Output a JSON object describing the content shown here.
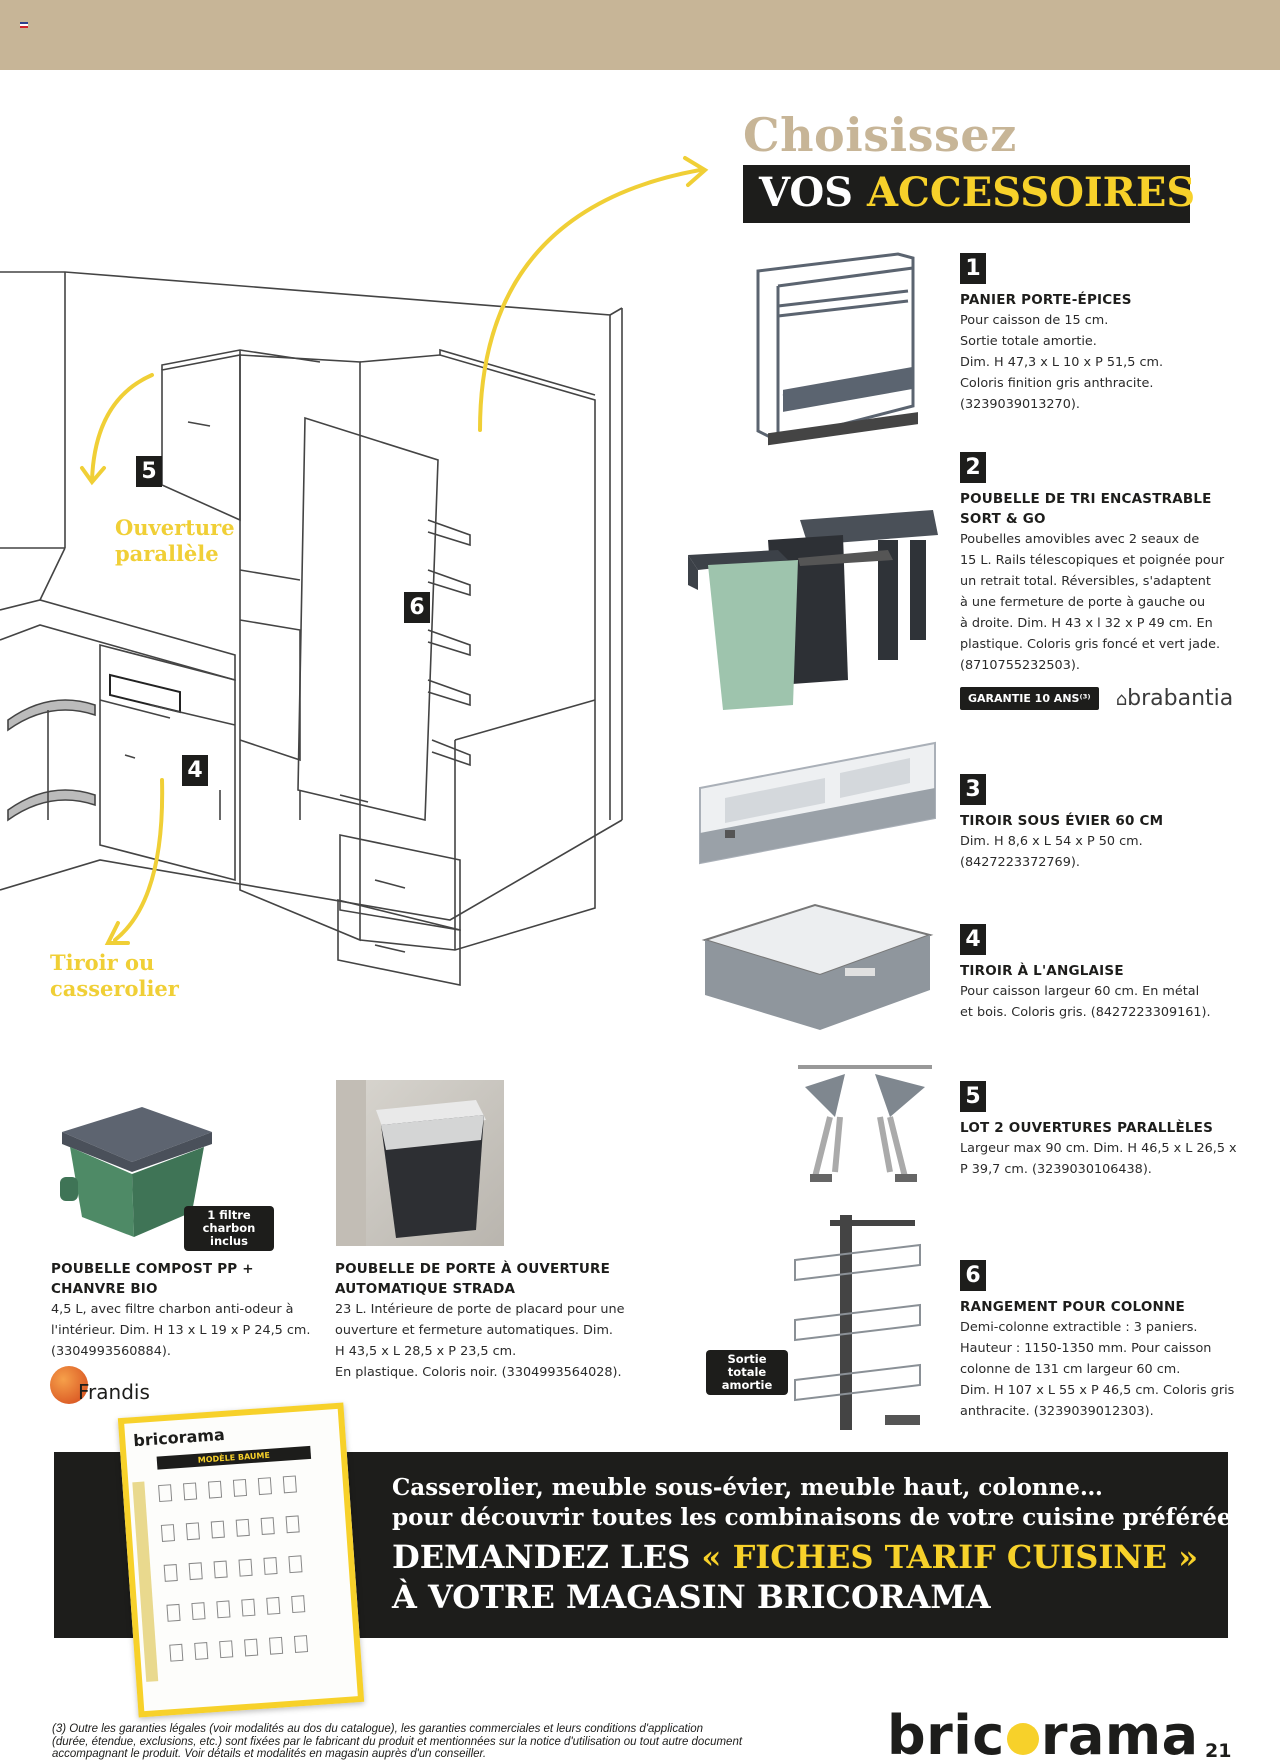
{
  "header": {
    "heading_small": "Choisissez",
    "heading_white": "VOS",
    "heading_yellow": "ACCESSOIRES"
  },
  "scene": {
    "label_parallel": [
      "Ouverture",
      "parallèle"
    ],
    "label_drawer": [
      "Tiroir ou",
      "casserolier"
    ],
    "badges": [
      "5",
      "6",
      "4"
    ]
  },
  "products": [
    {
      "number": "1",
      "title": [
        "PANIER PORTE-ÉPICES"
      ],
      "desc": [
        "Pour caisson de 15 cm.",
        "Sortie totale amortie.",
        "Dim. H 47,3 x L 10 x P 51,5 cm.",
        "Coloris finition gris anthracite.",
        "(3239039013270)."
      ]
    },
    {
      "number": "2",
      "title": [
        "POUBELLE DE TRI ENCASTRABLE",
        "SORT & GO"
      ],
      "desc": [
        "Poubelles amovibles avec 2 seaux de",
        "15 L. Rails télescopiques et poignée pour",
        "un retrait total. Réversibles, s'adaptent",
        "à une fermeture de porte à gauche ou",
        "à droite. Dim. H 43 x l 32 x P 49 cm. En",
        "plastique. Coloris gris foncé et vert jade.",
        "(8710755232503)."
      ],
      "guarantee": "GARANTIE 10 ANS⁽³⁾",
      "brand": "brabantia"
    },
    {
      "number": "3",
      "title": [
        "TIROIR SOUS ÉVIER 60 CM"
      ],
      "desc": [
        "Dim. H 8,6 x L 54 x P 50 cm.",
        "(8427223372769)."
      ]
    },
    {
      "number": "4",
      "title": [
        "TIROIR À L'ANGLAISE"
      ],
      "desc": [
        "Pour caisson largeur 60 cm. En métal",
        "et bois. Coloris gris. (8427223309161)."
      ]
    },
    {
      "number": "5",
      "title": [
        "LOT 2 OUVERTURES PARALLÈLES"
      ],
      "desc": [
        "Largeur max 90 cm. Dim. H 46,5 x L 26,5 x",
        "P 39,7 cm. (3239030106438)."
      ]
    },
    {
      "number": "6",
      "title": [
        "RANGEMENT POUR COLONNE"
      ],
      "desc": [
        "Demi-colonne extractible : 3 paniers.",
        "Hauteur : 1150-1350 mm. Pour caisson",
        "colonne de 131 cm largeur 60 cm.",
        "Dim. H 107 x L 55 x P 46,5 cm. Coloris gris",
        "anthracite. (3239039012303)."
      ],
      "tag": [
        "Sortie totale",
        "amortie"
      ]
    }
  ],
  "bottom_products": [
    {
      "title": [
        "POUBELLE COMPOST PP +",
        "CHANVRE BIO"
      ],
      "desc": [
        "4,5 L, avec filtre charbon anti-odeur à",
        "l'intérieur. Dim. H 13 x L 19 x P 24,5 cm.",
        "(3304993560884)."
      ],
      "tag": [
        "1 filtre charbon",
        "inclus"
      ],
      "brand": "Frandis"
    },
    {
      "title": [
        "POUBELLE DE PORTE À OUVERTURE",
        "AUTOMATIQUE STRADA"
      ],
      "desc": [
        "23 L. Intérieure de porte de placard pour une",
        "ouverture et fermeture automatiques. Dim.",
        "H 43,5 x L 28,5 x P 23,5 cm.",
        "En plastique. Coloris noir. (3304993564028)."
      ]
    }
  ],
  "banner": {
    "line1": "Casserolier, meuble sous-évier, meuble haut, colonne…",
    "line2": "pour découvrir toutes les combinaisons de votre cuisine préférée,",
    "line3_white": "DEMANDEZ LES",
    "line3_yellow": "« FICHES TARIF CUISINE »",
    "line4": "À VOTRE MAGASIN BRICORAMA"
  },
  "catalog_card": {
    "logo": "bricorama",
    "title": "MODÈLE BAUME"
  },
  "footer": {
    "footnote": [
      "(3) Outre les garanties légales (voir modalités au dos du catalogue), les garanties commerciales et leurs conditions d'application",
      "(durée, étendue, exclusions, etc.) sont fixées par le fabricant du produit et mentionnées sur la notice d'utilisation ou tout autre document",
      "accompagnant le produit. Voir détails et modalités en magasin auprès d'un conseiller."
    ],
    "logo_left": "bric",
    "logo_right": "rama",
    "page_number": "21"
  },
  "colors": {
    "beige": "#c7b597",
    "yellow": "#f7d12a",
    "dark": "#1d1d1b"
  }
}
